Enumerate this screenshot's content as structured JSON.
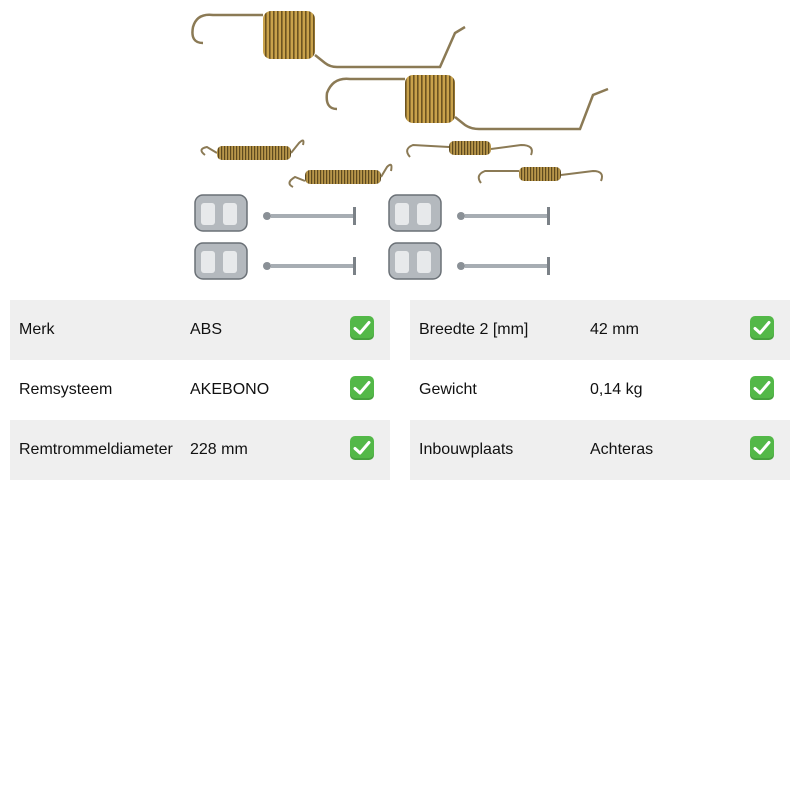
{
  "image": {
    "alt": "Remmenset accessoires",
    "icon": "brake-spring-kit-image",
    "colors": {
      "spring_copper": "#b08a3c",
      "spring_dark": "#6d5420",
      "metal": "#a7adb3"
    }
  },
  "specs_left": [
    {
      "label": "Merk",
      "value": "ABS"
    },
    {
      "label": "Remsysteem",
      "value": "AKEBONO"
    },
    {
      "label": "Remtrommeldiameter",
      "value": "228 mm"
    }
  ],
  "specs_right": [
    {
      "label": "Breedte 2 [mm]",
      "value": "42 mm"
    },
    {
      "label": "Gewicht",
      "value": "0,14 kg"
    },
    {
      "label": "Inbouwplaats",
      "value": "Achteras"
    }
  ],
  "check_icon": {
    "name": "check-mark-icon",
    "color": "#53b848"
  },
  "row_shade_color": "#efefef"
}
